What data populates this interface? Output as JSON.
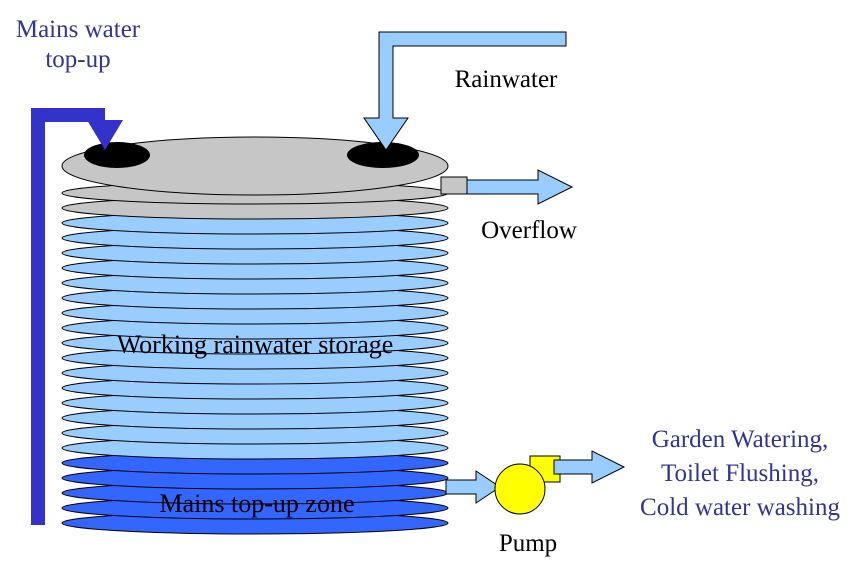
{
  "diagram": {
    "labels": {
      "mains_topup": {
        "line1": "Mains water",
        "line2": "top-up"
      },
      "rainwater": "Rainwater",
      "overflow": "Overflow",
      "working_storage": "Working rainwater storage",
      "mains_zone": "Mains top-up zone",
      "pump": "Pump",
      "outputs": {
        "line1": "Garden Watering,",
        "line2": "Toilet Flushing,",
        "line3": "Cold water washing"
      }
    },
    "colors": {
      "tank_body": "#99CCFF",
      "mains_zone_fill": "#3366FF",
      "lid_gray": "#C6C6C6",
      "mains_pipe": "#3333CC",
      "light_arrow": "#99CCFF",
      "pump_yellow": "#FFFF00",
      "label_blue": "#333399",
      "label_black": "#000000"
    }
  }
}
